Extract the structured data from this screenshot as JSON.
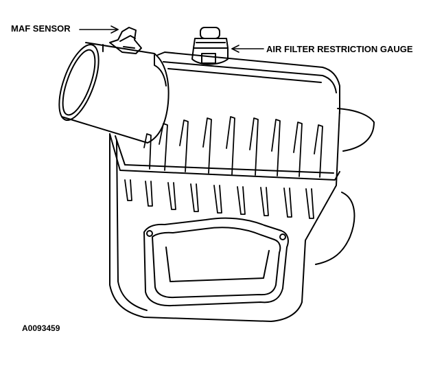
{
  "labels": {
    "maf_sensor": "MAF SENSOR",
    "air_filter_gauge": "AIR FILTER RESTRICTION GAUGE",
    "figure_code": "A0093459"
  },
  "colors": {
    "ink": "#000000",
    "paper": "#ffffff"
  }
}
